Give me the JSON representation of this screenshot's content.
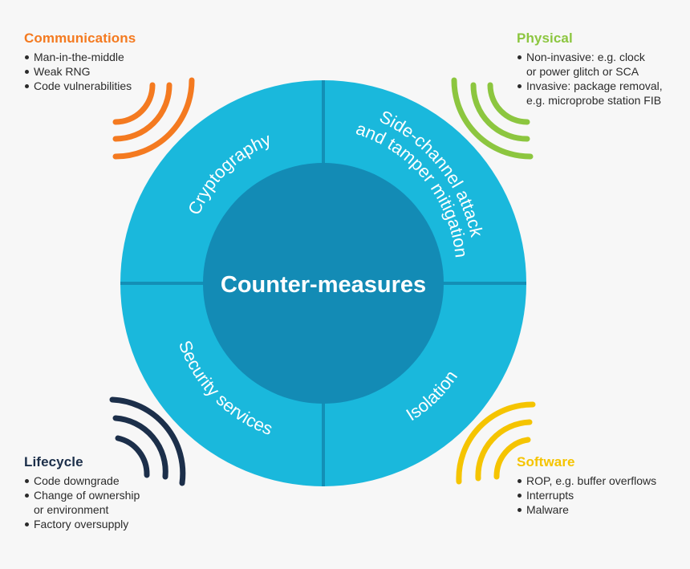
{
  "center_label": "Counter-measures",
  "quadrants": {
    "top_left": "Cryptography",
    "top_right_line1": "Side-channel attack",
    "top_right_line2": "and tamper mitigation",
    "bottom_left": "Security services",
    "bottom_right": "Isolation"
  },
  "threats": {
    "communications": {
      "title": "Communications",
      "color": "#f47a20",
      "items": [
        "Man-in-the-middle",
        "Weak RNG",
        "Code vulnerabilities"
      ]
    },
    "physical": {
      "title": "Physical",
      "color": "#8cc63f",
      "items": [
        "Non-invasive: e.g. clock",
        "or power glitch or SCA",
        "Invasive: package removal,",
        "e.g. microprobe station FIB"
      ]
    },
    "lifecycle": {
      "title": "Lifecycle",
      "color": "#1c2f4a",
      "items": [
        "Code downgrade",
        "Change of ownership",
        "or environment",
        "Factory oversupply"
      ]
    },
    "software": {
      "title": "Software",
      "color": "#f5c400",
      "items": [
        "ROP, e.g. buffer overflows",
        "Interrupts",
        "Malware"
      ]
    }
  },
  "colors": {
    "ring": "#1ab8dc",
    "ring_divider": "#138fb6",
    "center": "#138bb5",
    "background": "#f7f7f7"
  }
}
